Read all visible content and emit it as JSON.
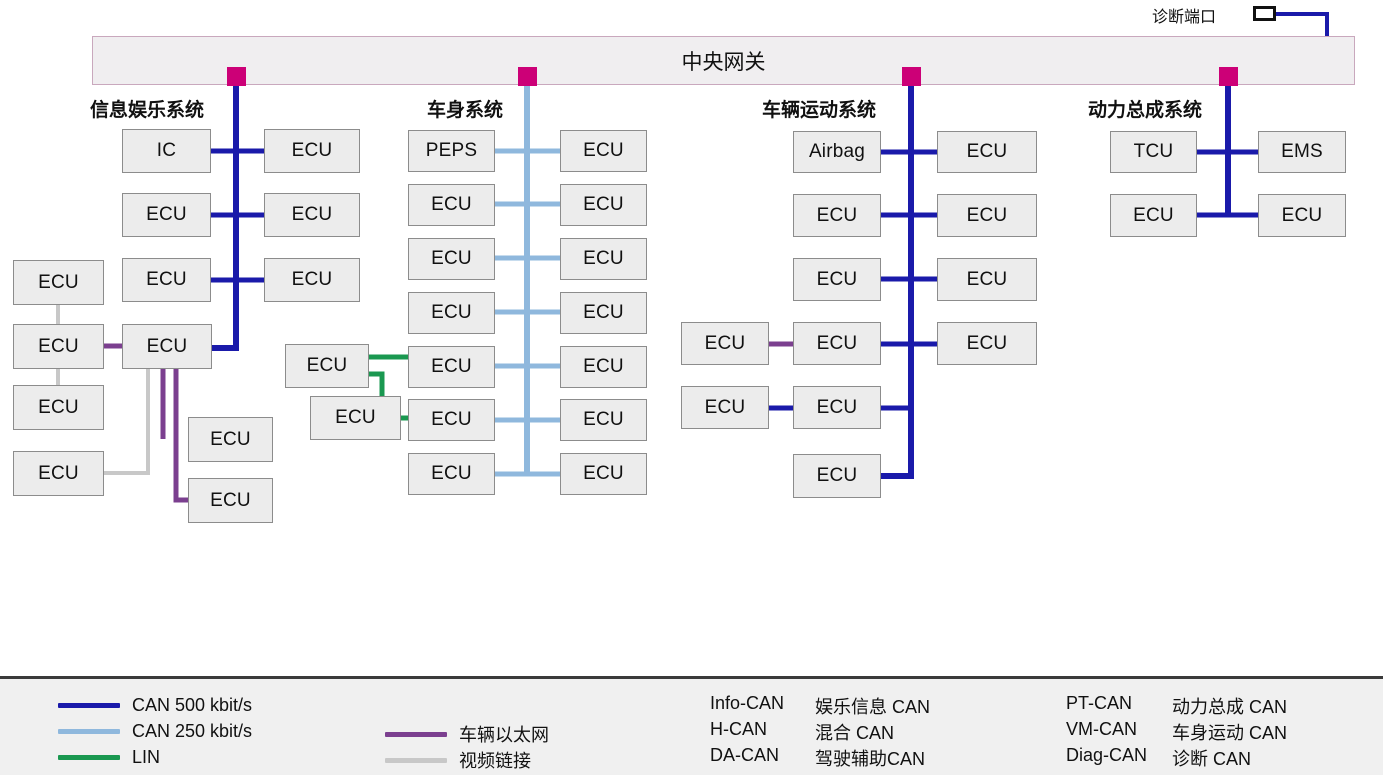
{
  "diagram": {
    "title": "中央网关",
    "diagnostic_port": {
      "label": "诊断端口"
    }
  },
  "groups": [
    {
      "id": "infotainment",
      "title": "信息娱乐系统",
      "bus_color": "#1a1aaa",
      "bus_type": "CAN 500 kbit/s"
    },
    {
      "id": "body",
      "title": "车身系统",
      "bus_color": "#8fb8dd",
      "bus_type": "CAN 250 kbit/s"
    },
    {
      "id": "motion",
      "title": "车辆运动系统",
      "bus_color": "#1a1aaa",
      "bus_type": "CAN 500 kbit/s"
    },
    {
      "id": "powertrain",
      "title": "动力总成系统",
      "bus_color": "#1a1aaa",
      "bus_type": "CAN 500 kbit/s"
    }
  ],
  "nodes": {
    "infotainment": {
      "left": [
        "IC",
        "ECU",
        "ECU"
      ],
      "right": [
        "ECU",
        "ECU",
        "ECU"
      ],
      "hub": "ECU",
      "far_left_column": [
        "ECU",
        "ECU",
        "ECU",
        "ECU"
      ],
      "hub_children": [
        "ECU",
        "ECU"
      ]
    },
    "body": {
      "left": [
        "PEPS",
        "ECU",
        "ECU",
        "ECU",
        "ECU",
        "ECU",
        "ECU"
      ],
      "right": [
        "ECU",
        "ECU",
        "ECU",
        "ECU",
        "ECU",
        "ECU",
        "ECU"
      ],
      "lin_nodes": [
        "ECU",
        "ECU"
      ]
    },
    "motion": {
      "left": [
        "Airbag",
        "ECU",
        "ECU",
        "ECU",
        "ECU",
        "ECU"
      ],
      "right": [
        "ECU",
        "ECU",
        "ECU",
        "ECU"
      ],
      "outer_left": [
        "ECU",
        "ECU"
      ]
    },
    "powertrain": {
      "left": [
        "TCU",
        "ECU"
      ],
      "right": [
        "EMS",
        "ECU"
      ]
    }
  },
  "legend": {
    "lines": [
      {
        "label": "CAN 500 kbit/s",
        "color": "#1a1aaa"
      },
      {
        "label": "CAN 250 kbit/s",
        "color": "#8fb8dd"
      },
      {
        "label": "LIN",
        "color": "#1a9850"
      },
      {
        "label": "车辆以太网",
        "color": "#7b3f8f"
      },
      {
        "label": "视频链接",
        "color": "#c8c8c8"
      }
    ],
    "abbreviations": [
      {
        "key": "Info-CAN",
        "desc": "娱乐信息 CAN"
      },
      {
        "key": "H-CAN",
        "desc": "混合 CAN"
      },
      {
        "key": "DA-CAN",
        "desc": "驾驶辅助CAN"
      },
      {
        "key": "PT-CAN",
        "desc": "动力总成 CAN"
      },
      {
        "key": "VM-CAN",
        "desc": "车身运动 CAN"
      },
      {
        "key": "Diag-CAN",
        "desc": "诊断 CAN"
      }
    ]
  },
  "colors": {
    "can500": "#1a1aaa",
    "can250": "#8fb8dd",
    "lin": "#1a9850",
    "ethernet": "#7b3f8f",
    "video": "#c8c8c8",
    "connector": "#cc0077",
    "gateway_fill": "#f0eef0",
    "gateway_border": "#c9a8bd",
    "node_fill": "#ececec",
    "node_border": "#8c8c8c"
  }
}
